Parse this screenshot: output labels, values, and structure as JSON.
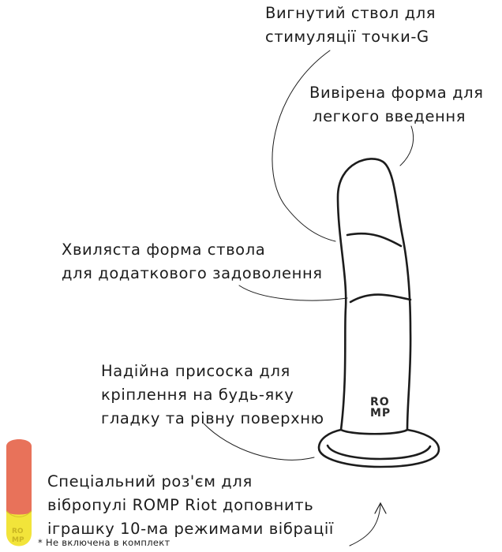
{
  "callouts": {
    "curved_shaft": {
      "line1": "Вигнутий ствол для",
      "line2": "стимуляції точки-G"
    },
    "tapered_tip": {
      "line1": "Вивірена форма для",
      "line2": "легкого введення"
    },
    "wavy_shaft": {
      "line1": "Хвиляста форма ствола",
      "line2": "для додаткового задоволення"
    },
    "suction_cup": {
      "line1": "Надійна присоска для",
      "line2": "кріплення на будь-яку",
      "line3": "гладку та рівну поверхню"
    },
    "bullet_port": {
      "line1": "Спеціальний роз'єм для",
      "line2": "вібропулі ROMP Riot доповнить",
      "line3": "іграшку 10-ма режимами вібрації"
    }
  },
  "product": {
    "brand_line1": "RO",
    "brand_line2": "MP"
  },
  "bullet": {
    "logo_line1": "RO",
    "logo_line2": "MP"
  },
  "footnote": "* Не включена в комплект",
  "colors": {
    "ink": "#1c1c1c",
    "bullet_coral": "#e8725a",
    "bullet_tip": "#f2e43a",
    "background": "#ffffff"
  }
}
